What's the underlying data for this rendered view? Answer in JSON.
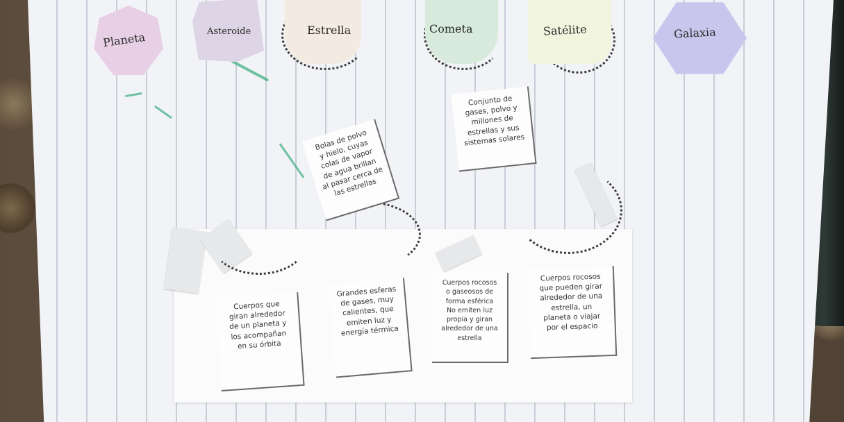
{
  "concepts": [
    {
      "name": "Planeta",
      "color": "#e7cfe6"
    },
    {
      "name": "Asteroide",
      "color": "#ddd5e6"
    },
    {
      "name": "Estrella",
      "color": "#f3ebe2"
    },
    {
      "name": "Cometa",
      "color": "#d7eadb"
    },
    {
      "name": "Satélite",
      "color": "#f1f5dd"
    },
    {
      "name": "Galaxia",
      "color": "#c9c6ee"
    }
  ],
  "cards": {
    "cometa_def": [
      "Bolas de polvo",
      "y hielo, cuyas",
      "colas de vapor",
      "de agua brillan",
      "al pasar cerca de",
      "las estrellas"
    ],
    "galaxia_def": [
      "Conjunto de",
      "gases, polvo y",
      "millones de",
      "estrellas y sus",
      "sistemas solares"
    ],
    "satelite_def": [
      "Cuerpos que",
      "giran alrededor",
      "de un planeta y",
      "los acompañan",
      "en su órbita"
    ],
    "estrella_def": [
      "Grandes esferas",
      "de gases, muy",
      "calientes, que",
      "emiten luz y",
      "energía térmica"
    ],
    "planeta_def": [
      "Cuerpos rocosos",
      "o gaseosos de",
      "forma esférica",
      "No emiten luz",
      "propia y giran",
      "alrededor de una",
      "estrella"
    ],
    "asteroide_def": [
      "Cuerpos rocosos",
      "que pueden girar",
      "alrededor de una",
      "estrella, un",
      "planeta o viajar",
      "por el espacio"
    ]
  }
}
